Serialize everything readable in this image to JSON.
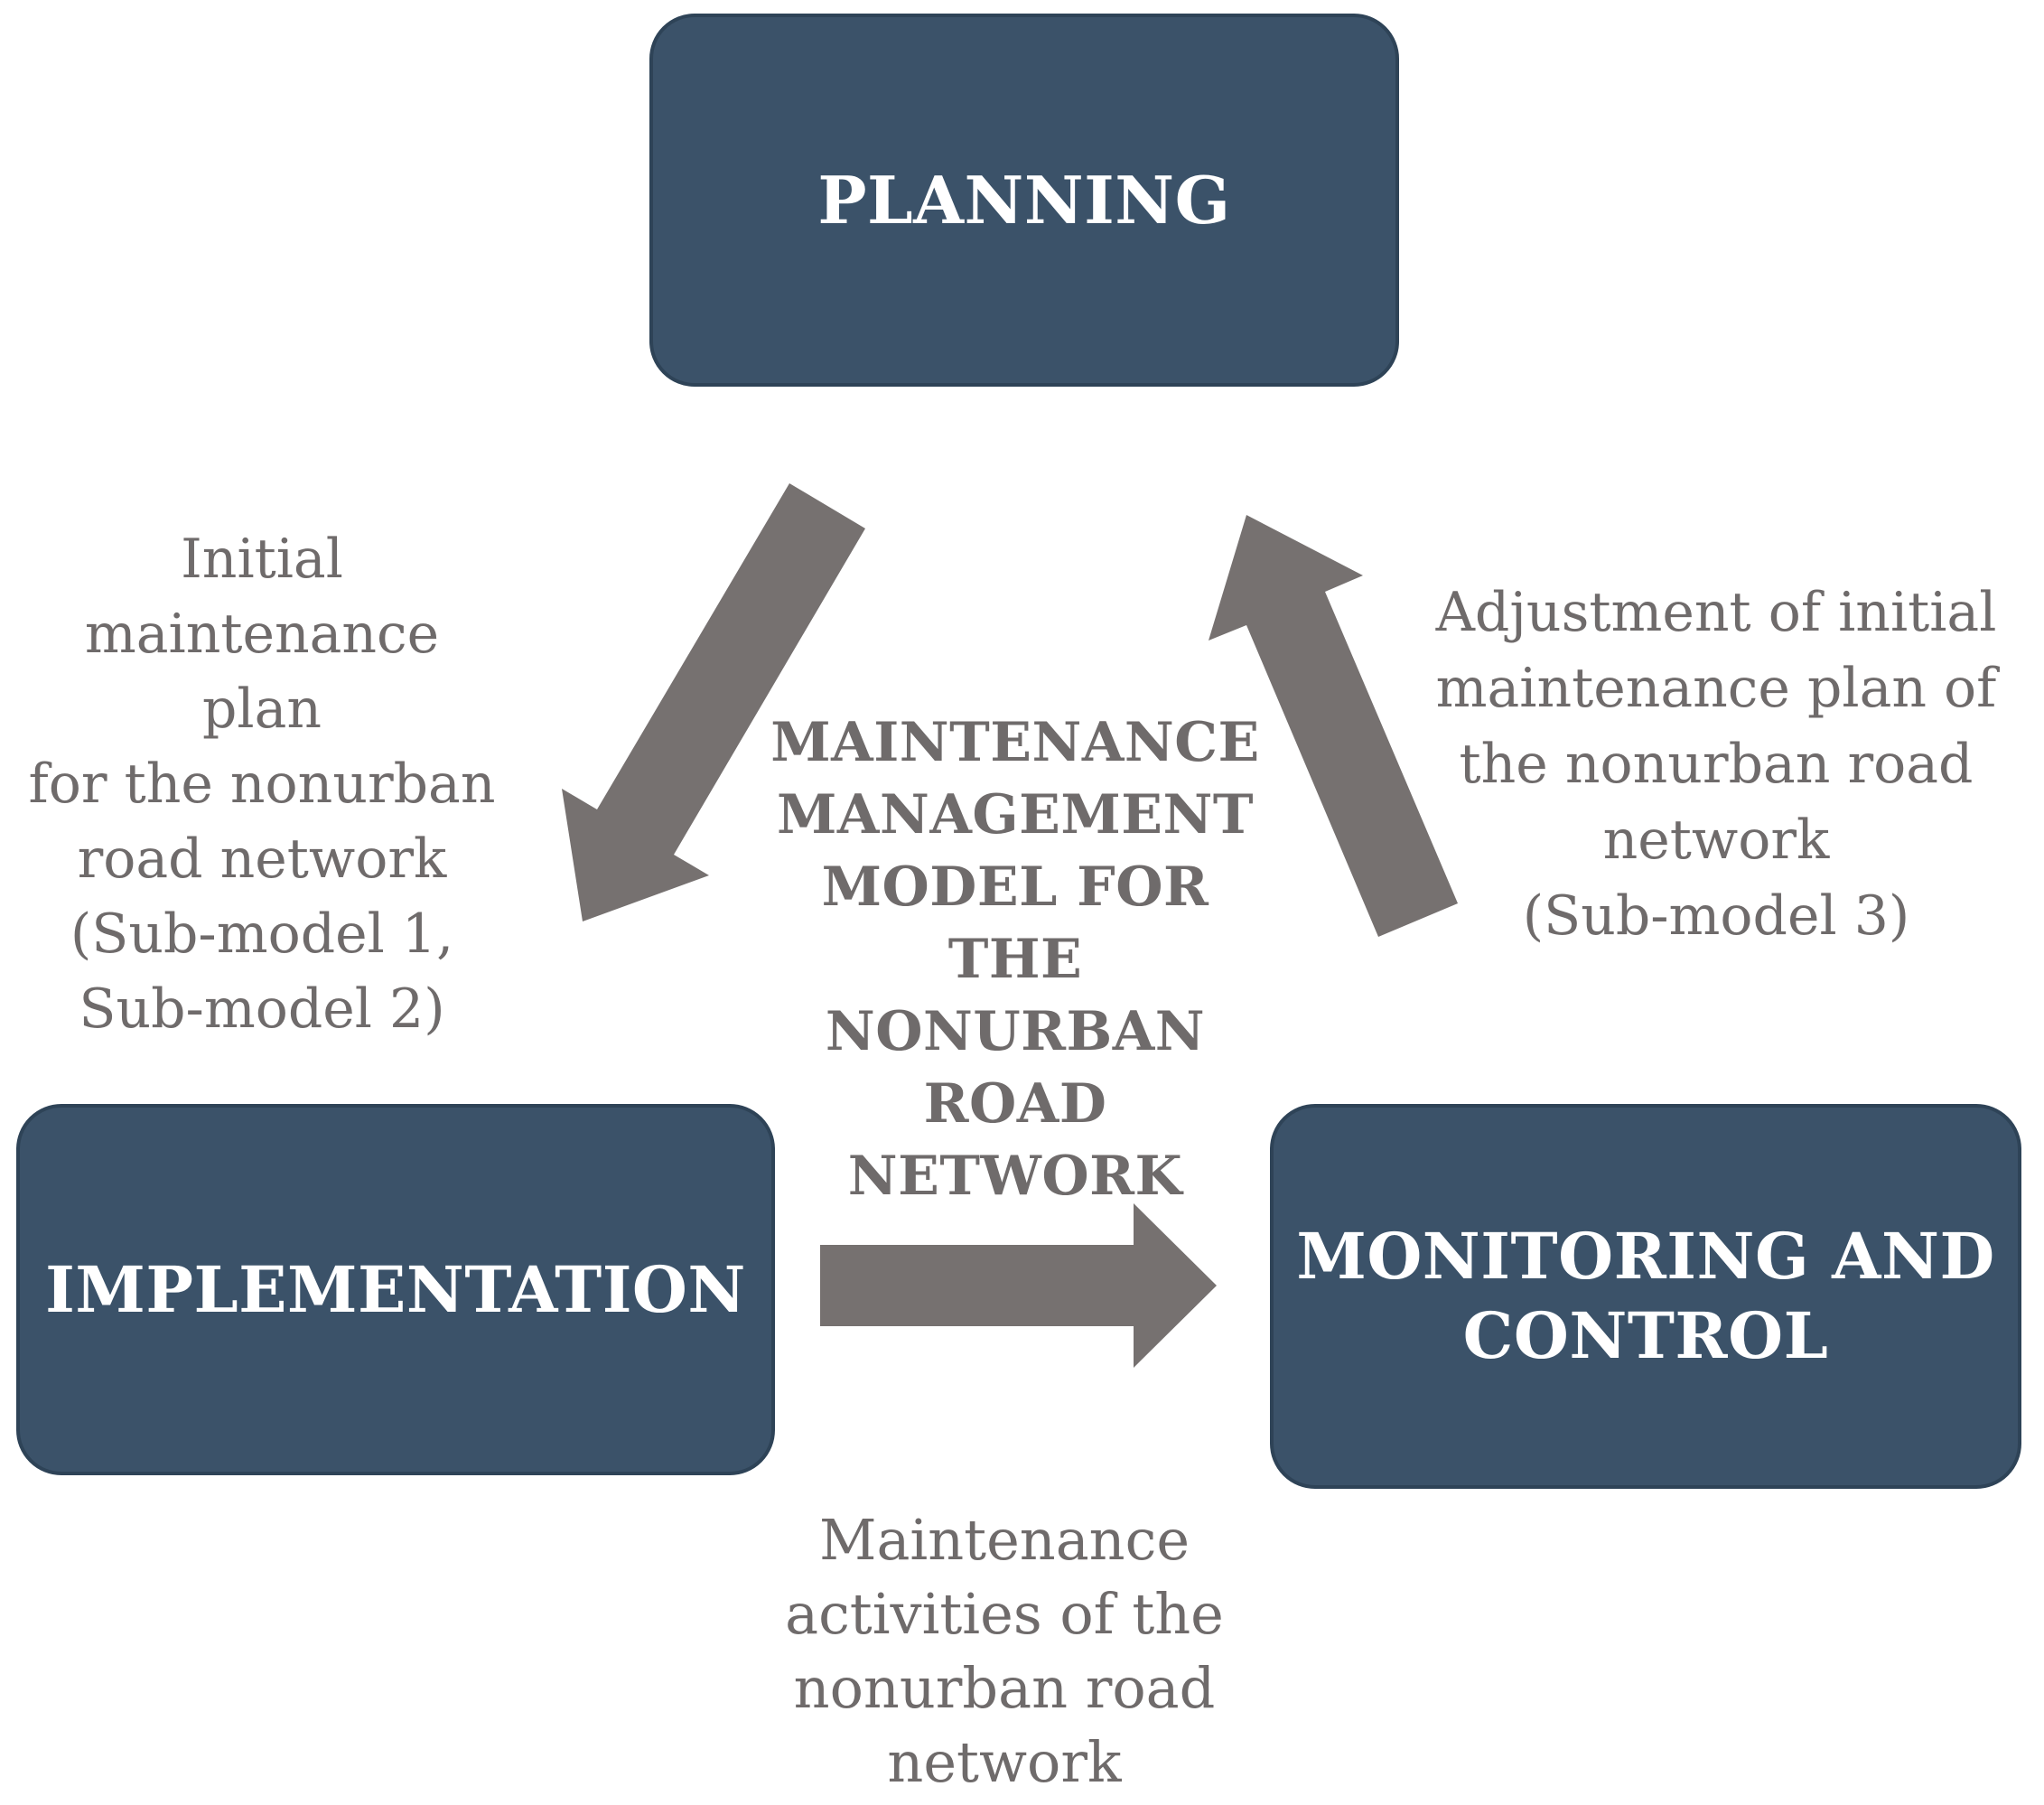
{
  "figure": {
    "background": "#ffffff",
    "colors": {
      "node_fill": "#3b5269",
      "node_border": "#2e4357",
      "node_text": "#ffffff",
      "arrow_fill": "#767170",
      "annotation_text": "#6f6b6b"
    },
    "nodes": {
      "planning": {
        "label": "PLANNING"
      },
      "implementation": {
        "label": "IMPLEMENTATION"
      },
      "monitoring": {
        "label_lines": [
          "MONITORING AND",
          "CONTROL"
        ]
      }
    },
    "center_title_lines": [
      "MAINTENANCE",
      "MANAGEMENT",
      "MODEL FOR THE",
      "NONURBAN",
      "ROAD",
      "NETWORK"
    ],
    "annotations": {
      "left_lines": [
        "Initial",
        "maintenance plan",
        "for the nonurban",
        "road network",
        "(Sub-model 1,",
        "Sub-model 2)"
      ],
      "right_lines": [
        "Adjustment of initial",
        "maintenance plan of",
        "the nonurban road",
        "network",
        "(Sub-model 3)"
      ],
      "bottom_lines": [
        "Maintenance",
        "activities of the",
        "nonurban road",
        "network"
      ]
    },
    "arrows": [
      {
        "name": "planning-to-implementation",
        "from": "PLANNING",
        "to": "IMPLEMENTATION",
        "direction": "down-left"
      },
      {
        "name": "implementation-to-monitoring",
        "from": "IMPLEMENTATION",
        "to": "MONITORING AND CONTROL",
        "direction": "right"
      },
      {
        "name": "monitoring-to-planning",
        "from": "MONITORING AND CONTROL",
        "to": "PLANNING",
        "direction": "up-right"
      }
    ]
  }
}
